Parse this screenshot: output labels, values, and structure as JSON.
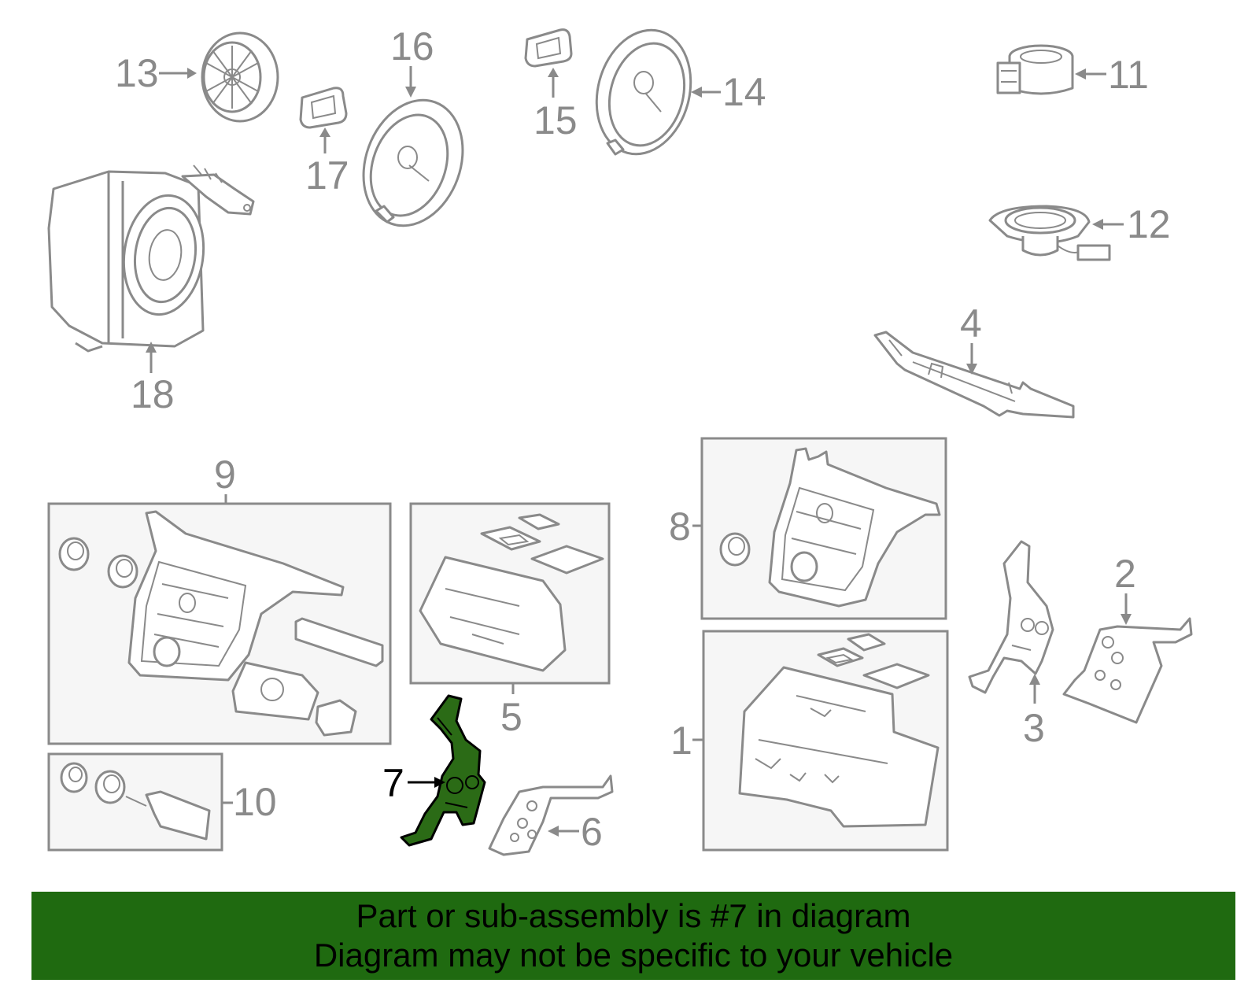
{
  "callouts": {
    "n1": "1",
    "n2": "2",
    "n3": "3",
    "n4": "4",
    "n5": "5",
    "n6": "6",
    "n7": "7",
    "n8": "8",
    "n9": "9",
    "n10": "10",
    "n11": "11",
    "n12": "12",
    "n13": "13",
    "n14": "14",
    "n15": "15",
    "n16": "16",
    "n17": "17",
    "n18": "18"
  },
  "banner": {
    "line1": "Part or sub-assembly is #7 in diagram",
    "line2": "Diagram may not be specific to your vehicle"
  },
  "colors": {
    "banner_bg": "#1f6a10",
    "highlight_part": "#2b6b16",
    "line_gray": "#8a8a8a"
  }
}
